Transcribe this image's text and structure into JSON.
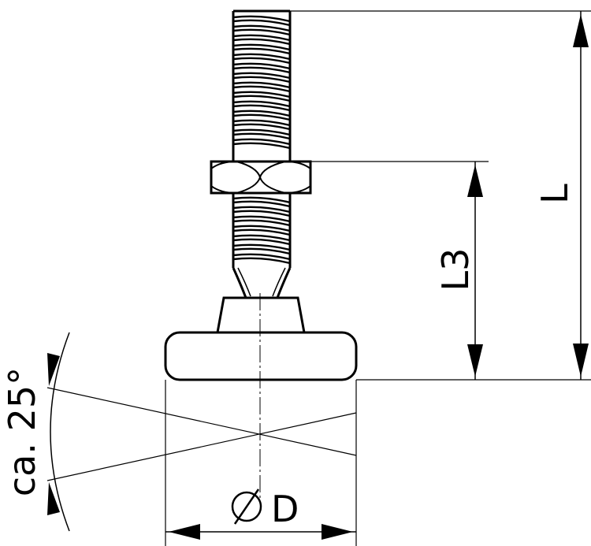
{
  "drawing": {
    "labels": {
      "length_total": "L",
      "length_l3": "L3",
      "diameter_symbol": "Ø",
      "diameter_letter": "D",
      "tilt_angle": "ca. 25°"
    },
    "colors": {
      "line": "#000000",
      "background": "#ffffff"
    }
  }
}
